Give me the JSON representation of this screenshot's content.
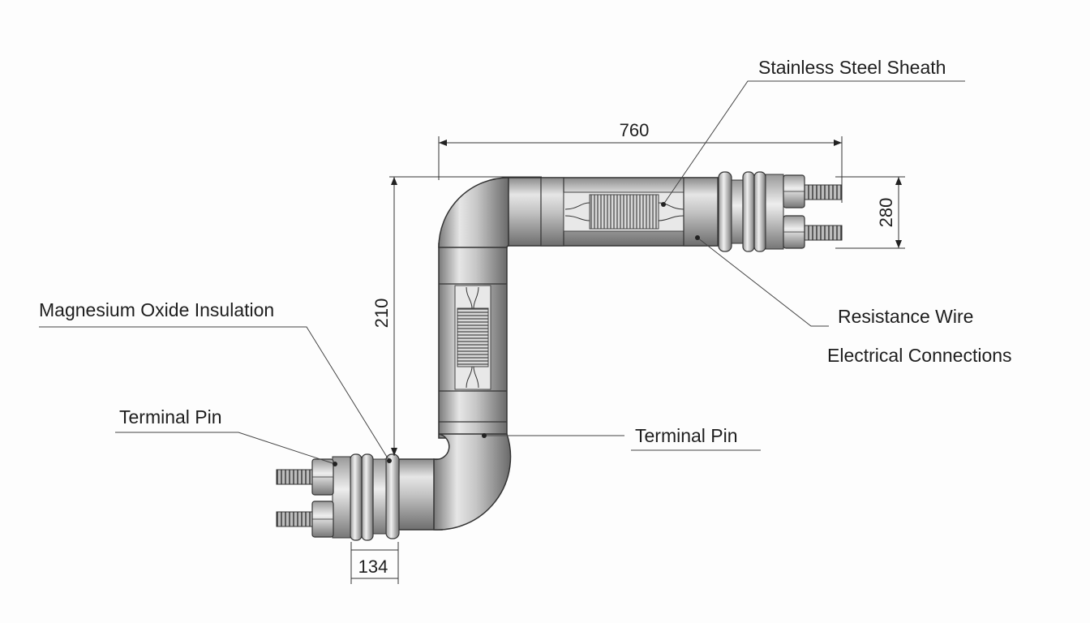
{
  "labels": {
    "stainless_steel_sheath": "Stainless Steel Sheath",
    "magnesium_oxide_insulation": "Magnesium Oxide Insulation",
    "terminal_pin_left": "Terminal Pin",
    "terminal_pin_center": "Terminal Pin",
    "resistance_wire": "Resistance Wire",
    "electrical_connections": "Electrical Connections"
  },
  "dimensions": {
    "overall_length": "760",
    "vertical_height": "210",
    "terminal_spacing": "280",
    "terminal_offset": "134"
  }
}
